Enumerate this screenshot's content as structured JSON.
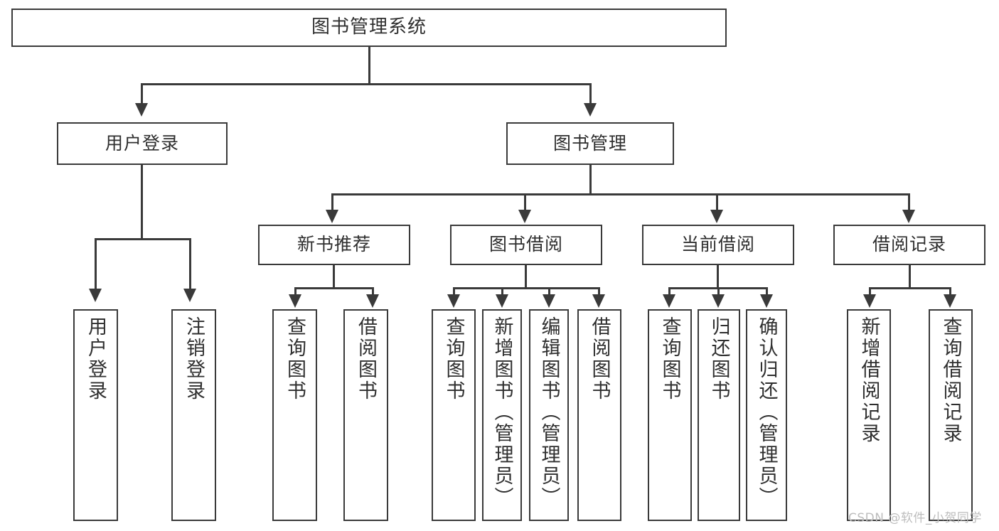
{
  "diagram": {
    "title": "图书管理系统",
    "type": "tree-hierarchy-chart",
    "watermark": "CSDN @软件_小贺同学",
    "colors": {
      "background": "#ffffff",
      "border": "#3a3a3a",
      "text": "#2f2f2f",
      "watermark": "#bdbdbd"
    },
    "nodes": {
      "root": {
        "label": "图书管理系统"
      },
      "level2": [
        {
          "label": "用户登录"
        },
        {
          "label": "图书管理"
        }
      ],
      "level3": [
        {
          "label": "新书推荐"
        },
        {
          "label": "图书借阅"
        },
        {
          "label": "当前借阅"
        },
        {
          "label": "借阅记录"
        }
      ],
      "leaves": {
        "user_login": [
          {
            "label": "用户登录"
          },
          {
            "label": "注销登录"
          }
        ],
        "new_book_recommend": [
          {
            "label": "查询图书"
          },
          {
            "label": "借阅图书"
          }
        ],
        "book_borrow": [
          {
            "label": "查询图书"
          },
          {
            "label": "新增图书（管理员）"
          },
          {
            "label": "编辑图书（管理员）"
          },
          {
            "label": "借阅图书"
          }
        ],
        "current_borrow": [
          {
            "label": "查询图书"
          },
          {
            "label": "归还图书"
          },
          {
            "label": "确认归还（管理员）"
          }
        ],
        "borrow_record": [
          {
            "label": "新增借阅记录"
          },
          {
            "label": "查询借阅记录"
          }
        ]
      }
    }
  }
}
